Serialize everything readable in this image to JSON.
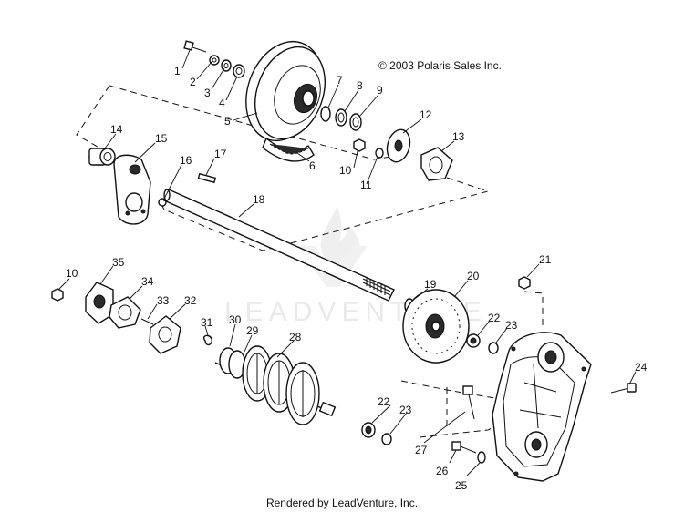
{
  "copyright": "© 2003 Polaris Sales Inc.",
  "footer": "Rendered by LeadVenture, Inc.",
  "watermark": "LEADVENTURE",
  "callouts": [
    "1",
    "2",
    "3",
    "4",
    "5",
    "6",
    "7",
    "8",
    "9",
    "10",
    "11",
    "12",
    "13",
    "14",
    "15",
    "16",
    "17",
    "18",
    "10",
    "35",
    "34",
    "33",
    "32",
    "31",
    "30",
    "29",
    "28",
    "19",
    "20",
    "21",
    "22",
    "23",
    "22",
    "23",
    "24",
    "27",
    "26",
    "25"
  ]
}
